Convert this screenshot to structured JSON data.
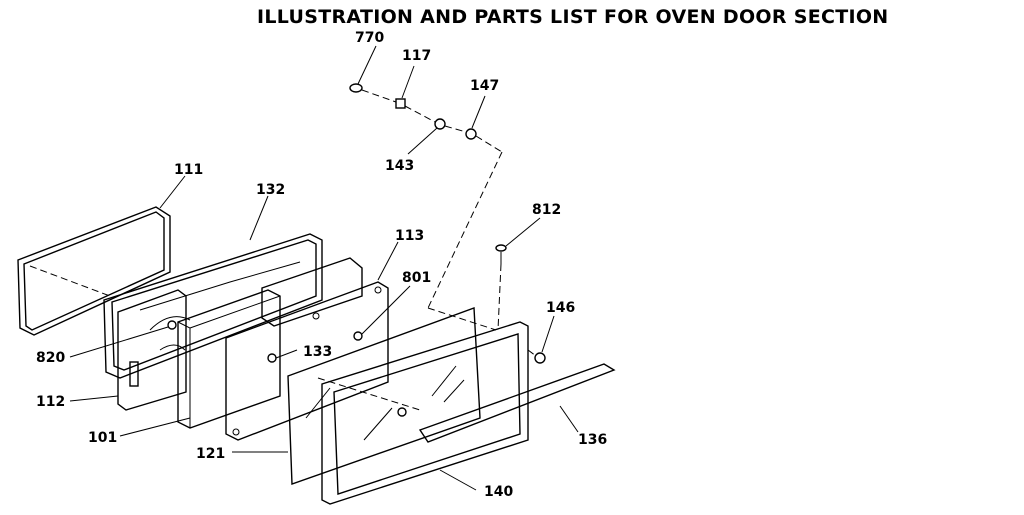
{
  "title": "ILLUSTRATION AND PARTS LIST FOR OVEN DOOR SECTION",
  "callouts": {
    "p770": "770",
    "p117": "117",
    "p147": "147",
    "p143": "143",
    "p111": "111",
    "p132": "132",
    "p113": "113",
    "p812": "812",
    "p801": "801",
    "p146": "146",
    "p820": "820",
    "p133": "133",
    "p112": "112",
    "p136": "136",
    "p101": "101",
    "p121": "121",
    "p140": "140"
  }
}
